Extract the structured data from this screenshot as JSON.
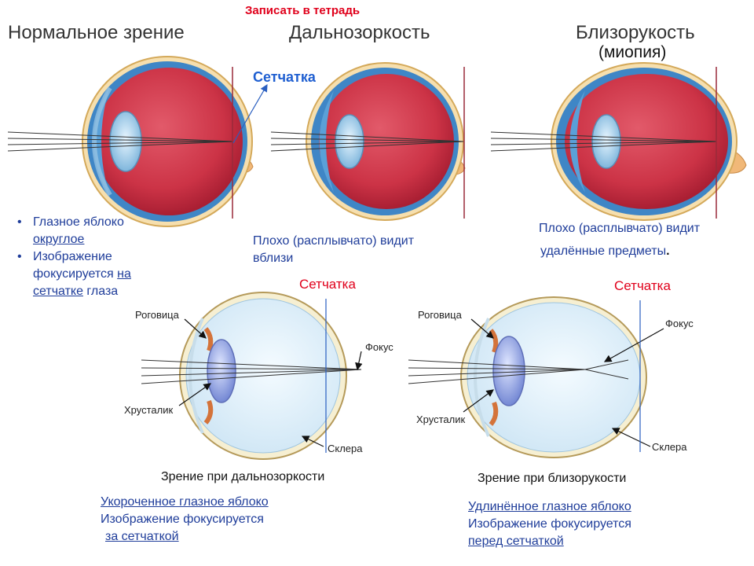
{
  "header": {
    "note": "Записать в тетрадь"
  },
  "top": {
    "normal_title": "Нормальное зрение",
    "far_title": "Дальнозоркость",
    "near_title": "Близорукость",
    "near_subtitle": "(миопия)",
    "retina_label": "Сетчатка"
  },
  "normal_notes": {
    "b1_line1": "Глазное яблоко",
    "b1_line2": "округлое",
    "b2_line1": "Изображение",
    "b2_line2_plain": "фокусируется ",
    "b2_line2_u": "на",
    "b2_line3_u": "сетчатке",
    "b2_line3_plain": " глаза"
  },
  "far_note": {
    "line1": "Плохо (расплывчато) видит",
    "line2": "вблизи"
  },
  "near_note": {
    "line1": "Плохо (расплывчато) видит",
    "line2": "удалённые предметы",
    "dot": "."
  },
  "bottom_left": {
    "retina": "Сетчатка",
    "cornea": "Роговица",
    "focus": "Фокус",
    "lens": "Хрусталик",
    "sclera": "Склера",
    "caption": "Зрение при дальнозоркости",
    "note1": "Укороченное глазное яблоко",
    "note2": "Изображение фокусируется",
    "note3": "за сетчаткой"
  },
  "bottom_right": {
    "retina": "Сетчатка",
    "cornea": "Роговица",
    "focus": "Фокус",
    "lens": "Хрусталик",
    "sclera": "Склера",
    "caption": "Зрение при близорукости",
    "note1": "Удлинённое глазное яблоко",
    "note2": "Изображение фокусируется",
    "note3": "перед сетчаткой"
  }
}
